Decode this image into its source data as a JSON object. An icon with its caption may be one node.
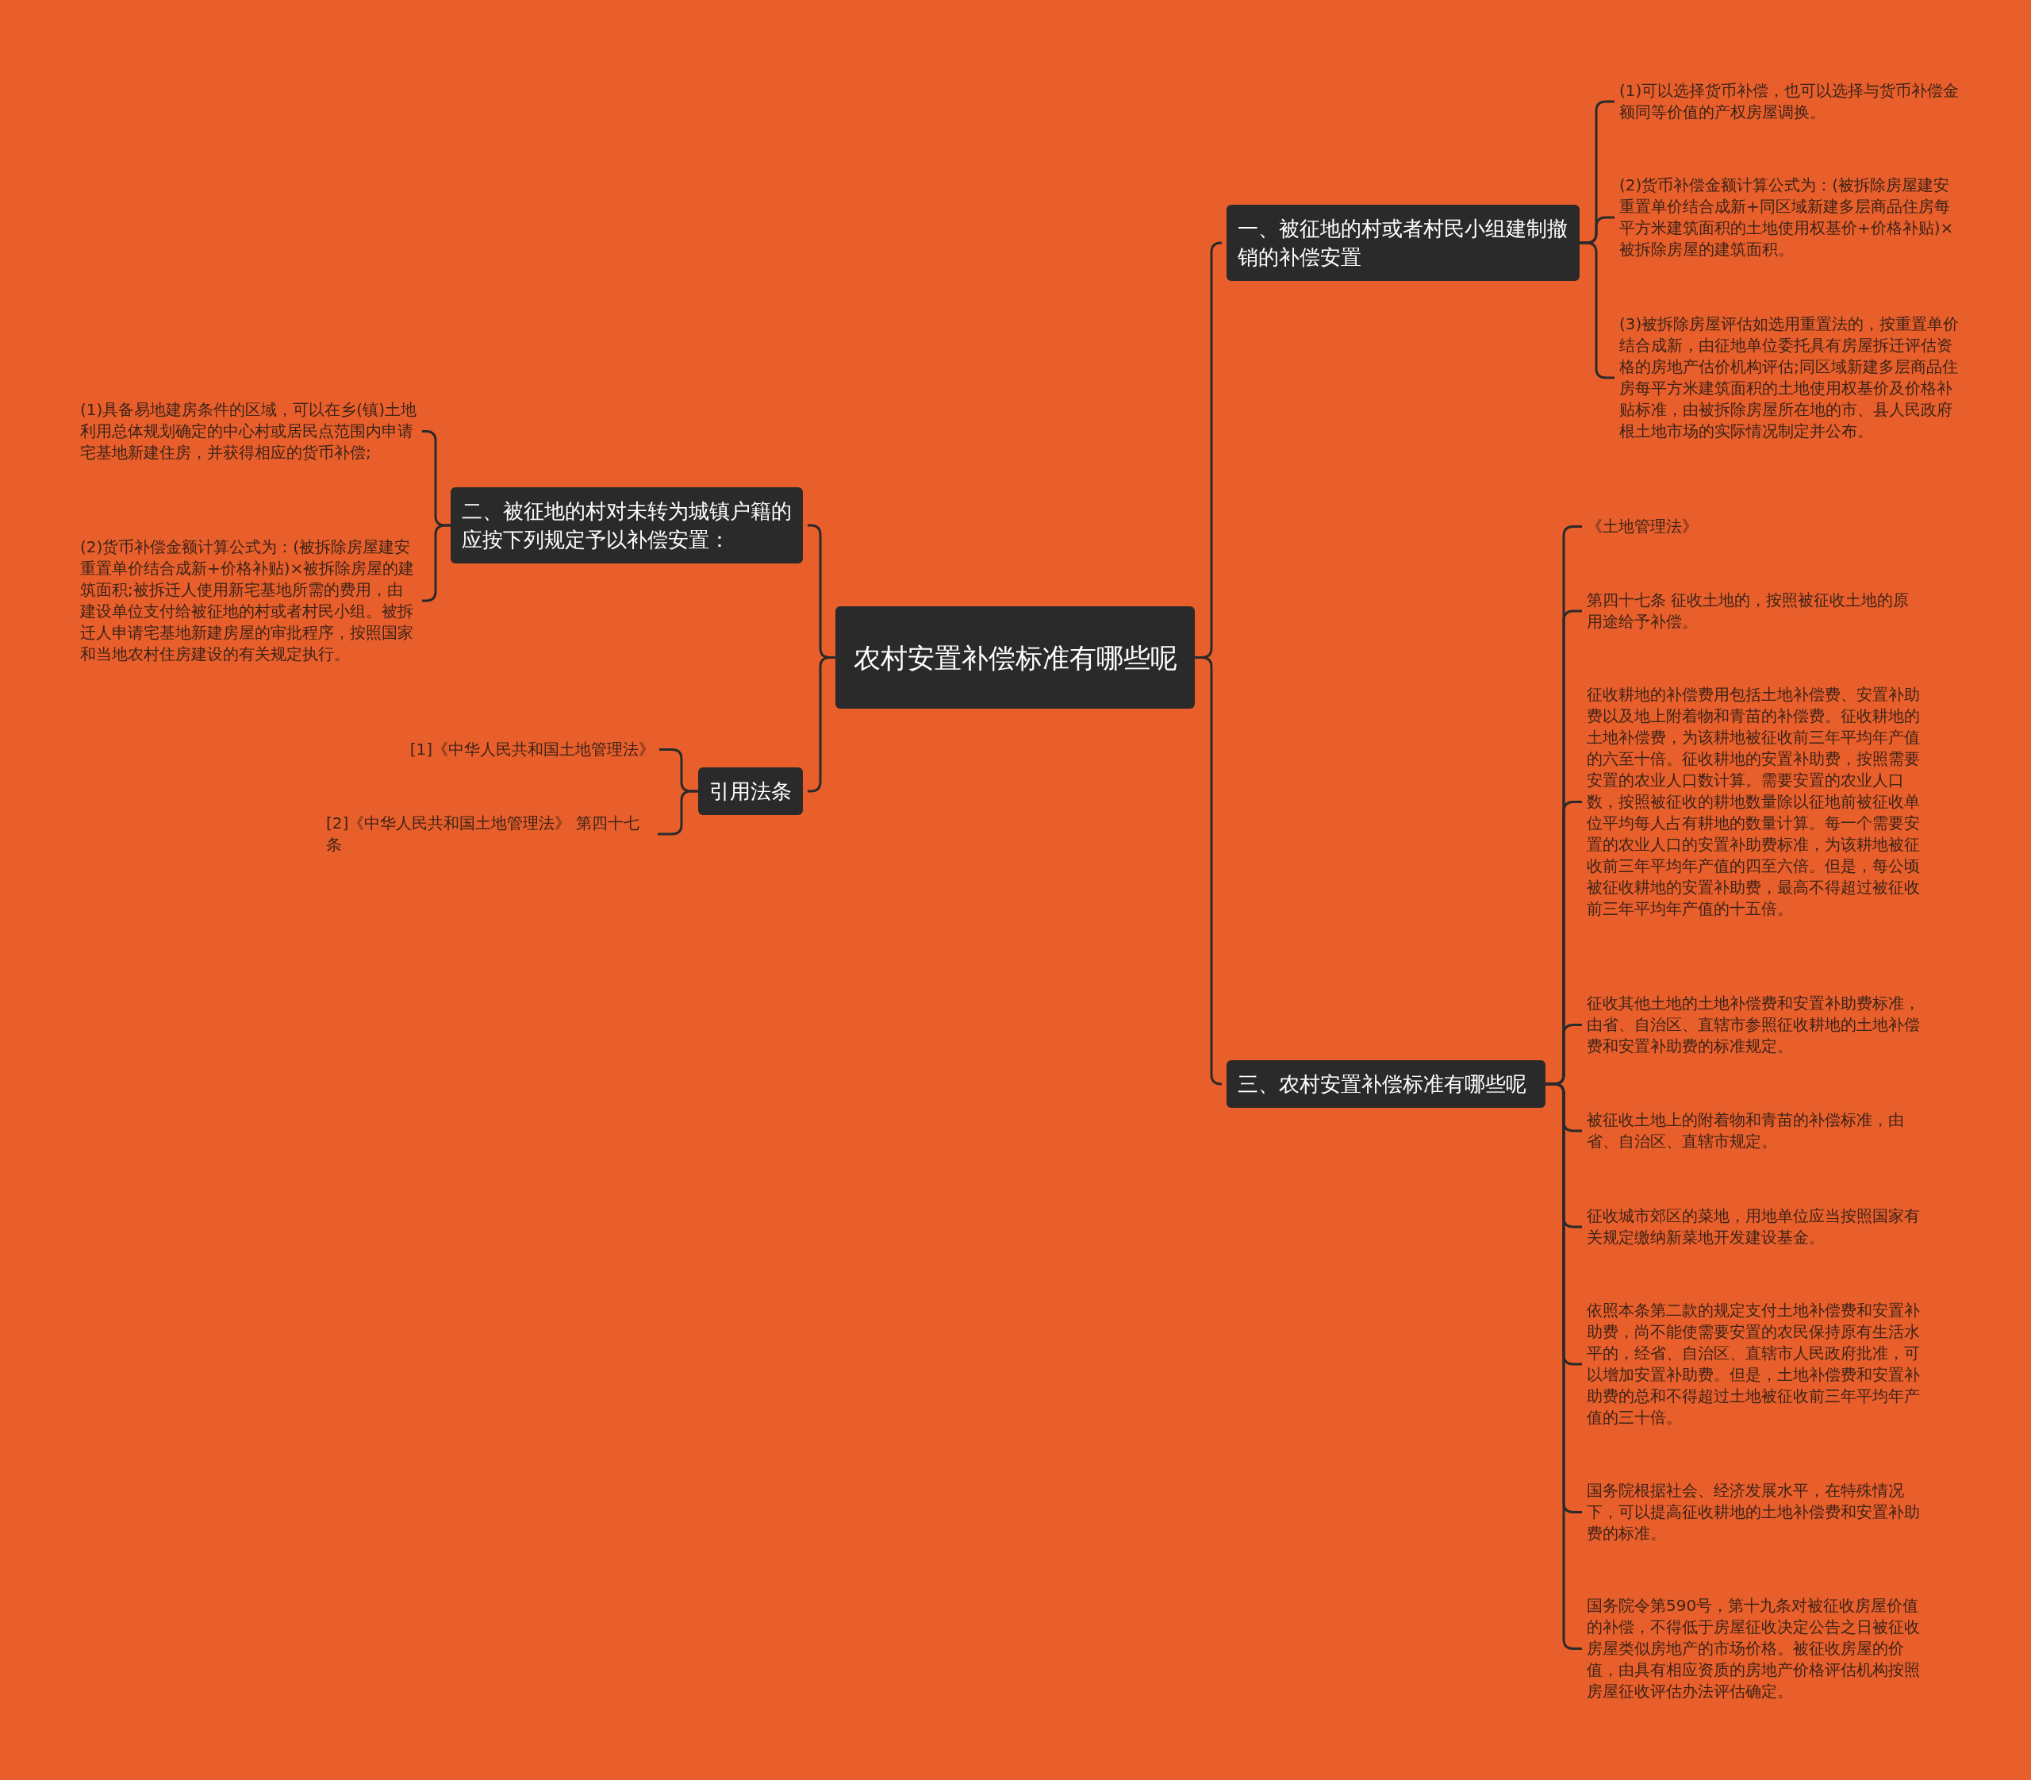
{
  "diagram": {
    "nodes": [
      {
        "text": [
          "农村安置补偿标准有哪些呢"
        ]
      },
      {
        "text": [
          "一、被征地的村或者村民小组建制撤销的补偿安置"
        ]
      },
      {
        "text": [
          "(1)可以选择货币补偿，也可以选择与货币补偿金额同等价值的产权房屋调换。"
        ]
      },
      {
        "text": [
          "(2)货币补偿金额计算公式为：(被拆除房屋建安重置单价结合成新+同区域新建多层商品住房每平方米建筑面积的土地使用权基价+价格补贴)×被拆除房屋的建筑面积。"
        ]
      },
      {
        "text": [
          "(3)被拆除房屋评估如选用重置法的，按重置单价结合成新，由征地单位委托具有房屋拆迁评估资格的房地产估价机构评估;同区域新建多层商品住房每平方米建筑面积的土地使用权基价及价格补贴标准，由被拆除房屋所在地的市、县人民政府根土地市场的实际情况制定并公布。"
        ]
      },
      {
        "text": [
          "二、被征地的村对未转为城镇户籍的应按下列规定予以补偿安置："
        ]
      },
      {
        "text": [
          "(1)具备易地建房条件的区域，可以在乡(镇)土地利用总体规划确定的中心村或居民点范围内申请宅基地新建住房，并获得相应的货币补偿;"
        ]
      },
      {
        "text": [
          "(2)货币补偿金额计算公式为：(被拆除房屋建安重置单价结合成新+价格补贴)×被拆除房屋的建筑面积;被拆迁人使用新宅基地所需的费用，由建设单位支付给被征地的村或者村民小组。被拆迁人申请宅基地新建房屋的审批程序，按照国家和当地农村住房建设的有关规定执行。"
        ]
      },
      {
        "text": [
          "引用法条"
        ]
      },
      {
        "text": [
          "[1]《中华人民共和国土地管理法》"
        ]
      },
      {
        "text": [
          "[2]《中华人民共和国土地管理法》 第四十七条"
        ]
      },
      {
        "text": [
          "三、农村安置补偿标准有哪些呢"
        ]
      },
      {
        "text": [
          "《土地管理法》"
        ]
      },
      {
        "text": [
          "第四十七条 征收土地的，按照被征收土地的原用途给予补偿。"
        ]
      },
      {
        "text": [
          "征收耕地的补偿费用包括土地补偿费、安置补助费以及地上附着物和青苗的补偿费。征收耕地的土地补偿费，为该耕地被征收前三年平均年产值的六至十倍。征收耕地的安置补助费，按照需要安置的农业人口数计算。需要安置的农业人口数，按照被征收的耕地数量除以征地前被征收单位平均每人占有耕地的数量计算。每一个需要安置的农业人口的安置补助费标准，为该耕地被征收前三年平均年产值的四至六倍。但是，每公顷被征收耕地的安置补助费，最高不得超过被征收前三年平均年产值的十五倍。"
        ]
      },
      {
        "text": [
          "征收其他土地的土地补偿费和安置补助费标准，由省、自治区、直辖市参照征收耕地的土地补偿费和安置补助费的标准规定。"
        ]
      },
      {
        "text": [
          "被征收土地上的附着物和青苗的补偿标准，由省、自治区、直辖市规定。"
        ]
      },
      {
        "text": [
          "征收城市郊区的菜地，用地单位应当按照国家有关规定缴纳新菜地开发建设基金。"
        ]
      },
      {
        "text": [
          "依照本条第二款的规定支付土地补偿费和安置补助费，尚不能使需要安置的农民保持原有生活水平的，经省、自治区、直辖市人民政府批准，可以增加安置补助费。但是，土地补偿费和安置补助费的总和不得超过土地被征收前三年平均年产值的三十倍。"
        ]
      },
      {
        "text": [
          "国务院根据社会、经济发展水平，在特殊情况下，可以提高征收耕地的土地补偿费和安置补助费的标准。"
        ]
      },
      {
        "text": [
          "国务院令第590号，第十九条对被征收房屋价值的补偿，不得低于房屋征收决定公告之日被征收房屋类似房地产的市场价格。被征收房屋的价值，由具有相应资质的房地产价格评估机构按照房屋征收评估办法评估确定。"
        ]
      }
    ],
    "edges": [
      {
        "from": 0,
        "to": 1,
        "arrow": "none"
      },
      {
        "from": 1,
        "to": 2,
        "arrow": "none"
      },
      {
        "from": 1,
        "to": 3,
        "arrow": "none"
      },
      {
        "from": 1,
        "to": 4,
        "arrow": "none"
      },
      {
        "from": 0,
        "to": 5,
        "arrow": "none"
      },
      {
        "from": 5,
        "to": 6,
        "arrow": "none"
      },
      {
        "from": 5,
        "to": 7,
        "arrow": "none"
      },
      {
        "from": 0,
        "to": 8,
        "arrow": "none"
      },
      {
        "from": 8,
        "to": 9,
        "arrow": "none"
      },
      {
        "from": 8,
        "to": 10,
        "arrow": "none"
      },
      {
        "from": 0,
        "to": 11,
        "arrow": "none"
      },
      {
        "from": 11,
        "to": 12,
        "arrow": "none"
      },
      {
        "from": 11,
        "to": 13,
        "arrow": "none"
      },
      {
        "from": 11,
        "to": 14,
        "arrow": "none"
      },
      {
        "from": 11,
        "to": 15,
        "arrow": "none"
      },
      {
        "from": 11,
        "to": 16,
        "arrow": "none"
      },
      {
        "from": 11,
        "to": 17,
        "arrow": "none"
      },
      {
        "from": 11,
        "to": 18,
        "arrow": "none"
      },
      {
        "from": 11,
        "to": 19,
        "arrow": "none"
      },
      {
        "from": 11,
        "to": 20,
        "arrow": "none"
      }
    ]
  }
}
